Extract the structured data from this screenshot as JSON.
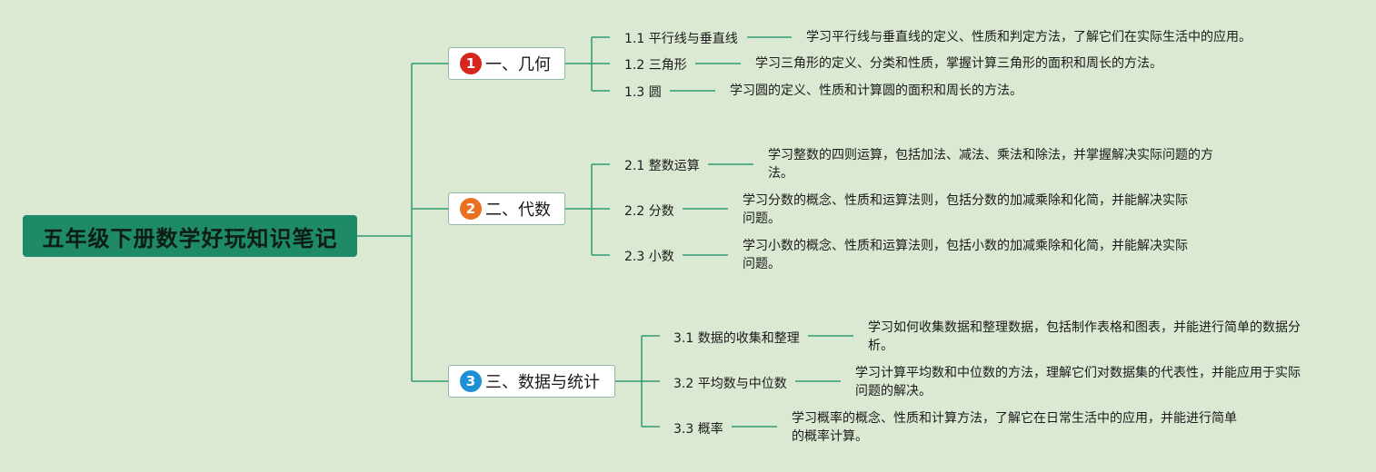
{
  "root": {
    "title": "五年级下册数学好玩知识笔记"
  },
  "branches": [
    {
      "number": "1",
      "label": "一、几何",
      "badge_color": "#d7261e",
      "items": [
        {
          "label": "1.1 平行线与垂直线",
          "desc": "学习平行线与垂直线的定义、性质和判定方法，了解它们在实际生活中的应用。"
        },
        {
          "label": "1.2 三角形",
          "desc": "学习三角形的定义、分类和性质，掌握计算三角形的面积和周长的方法。"
        },
        {
          "label": "1.3 圆",
          "desc": "学习圆的定义、性质和计算圆的面积和周长的方法。"
        }
      ]
    },
    {
      "number": "2",
      "label": "二、代数",
      "badge_color": "#e8701e",
      "items": [
        {
          "label": "2.1 整数运算",
          "desc": "学习整数的四则运算，包括加法、减法、乘法和除法，并掌握解决实际问题的方法。"
        },
        {
          "label": "2.2 分数",
          "desc": "学习分数的概念、性质和运算法则，包括分数的加减乘除和化简，并能解决实际问题。"
        },
        {
          "label": "2.3 小数",
          "desc": "学习小数的概念、性质和运算法则，包括小数的加减乘除和化简，并能解决实际问题。"
        }
      ]
    },
    {
      "number": "3",
      "label": "三、数据与统计",
      "badge_color": "#1e90d6",
      "items": [
        {
          "label": "3.1 数据的收集和整理",
          "desc": "学习如何收集数据和整理数据，包括制作表格和图表，并能进行简单的数据分析。"
        },
        {
          "label": "3.2 平均数与中位数",
          "desc": "学习计算平均数和中位数的方法，理解它们对数据集的代表性，并能应用于实际问题的解决。"
        },
        {
          "label": "3.3 概率",
          "desc": "学习概率的概念、性质和计算方法，了解它在日常生活中的应用，并能进行简单的概率计算。"
        }
      ]
    }
  ],
  "colors": {
    "line": "#2e9a72",
    "background": "#dbe9d3",
    "root_fill": "#1e8a66"
  }
}
